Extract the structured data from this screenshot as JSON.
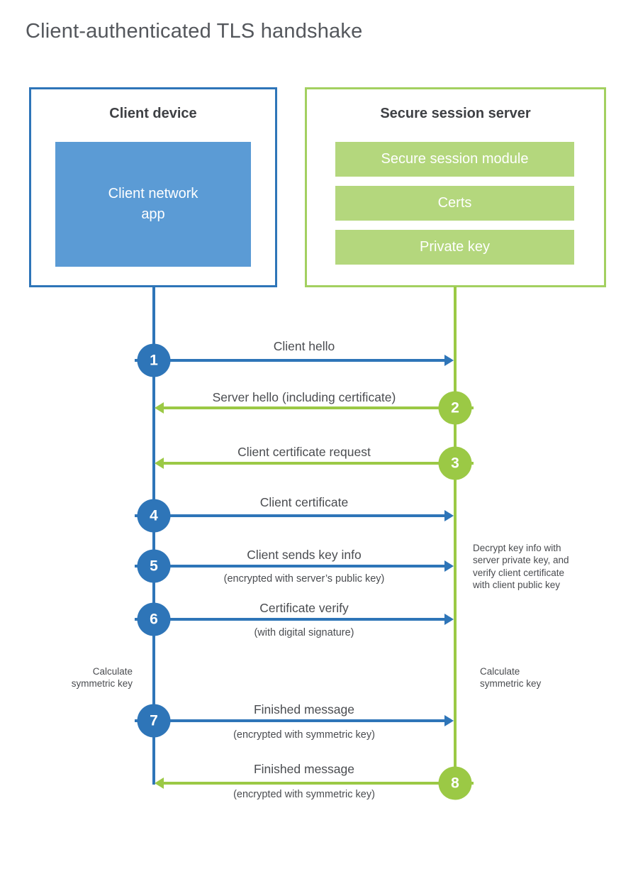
{
  "title": "Client-authenticated TLS handshake",
  "colors": {
    "blue": "#2e75b8",
    "blue_fill": "#5b9bd5",
    "green": "#9bc945",
    "green_border": "#a3d060",
    "green_fill": "#b4d77d"
  },
  "client_box": {
    "title": "Client device",
    "app": "Client network\napp"
  },
  "server_box": {
    "title": "Secure session server",
    "modules": [
      "Secure session module",
      "Certs",
      "Private key"
    ]
  },
  "steps": [
    {
      "num": "1",
      "from": "client",
      "direction": "right",
      "label": "Client hello",
      "sublabel": ""
    },
    {
      "num": "2",
      "from": "server",
      "direction": "left",
      "label": "Server hello (including certificate)",
      "sublabel": ""
    },
    {
      "num": "3",
      "from": "server",
      "direction": "left",
      "label": "Client certificate request",
      "sublabel": ""
    },
    {
      "num": "4",
      "from": "client",
      "direction": "right",
      "label": "Client certificate",
      "sublabel": ""
    },
    {
      "num": "5",
      "from": "client",
      "direction": "right",
      "label": "Client sends key info",
      "sublabel": "(encrypted with server’s public key)"
    },
    {
      "num": "6",
      "from": "client",
      "direction": "right",
      "label": "Certificate verify",
      "sublabel": "(with digital signature)"
    },
    {
      "num": "7",
      "from": "client",
      "direction": "right",
      "label": "Finished message",
      "sublabel": "(encrypted with symmetric key)"
    },
    {
      "num": "8",
      "from": "server",
      "direction": "left",
      "label": "Finished message",
      "sublabel": "(encrypted with symmetric key)"
    }
  ],
  "annotations": {
    "left_note": "Calculate\nsymmetric key",
    "right_note": "Calculate\nsymmetric key",
    "decrypt_note": "Decrypt key info with\nserver private key, and\nverify client certificate\nwith client public key"
  }
}
